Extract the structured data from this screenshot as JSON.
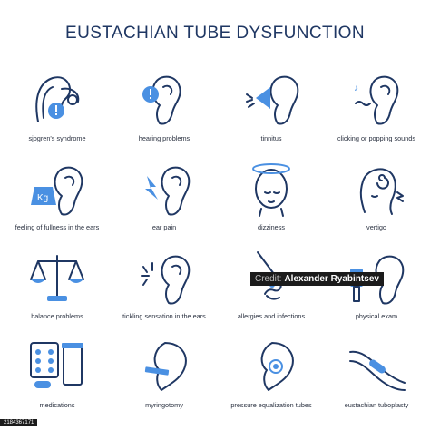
{
  "title": "EUSTACHIAN TUBE DYSFUNCTION",
  "colors": {
    "stroke": "#1f3763",
    "accent": "#4a90e2",
    "text": "#2a3140"
  },
  "items": [
    {
      "label": "sjogren's syndrome",
      "icon": "ear-anatomy-icon"
    },
    {
      "label": "hearing problems",
      "icon": "ear-alert-icon"
    },
    {
      "label": "tinnitus",
      "icon": "ear-sound-icon"
    },
    {
      "label": "clicking or popping sounds",
      "icon": "ear-clicking-icon"
    },
    {
      "label": "feeling of fullness in the ears",
      "icon": "ear-weight-icon"
    },
    {
      "label": "ear pain",
      "icon": "ear-pain-icon"
    },
    {
      "label": "dizziness",
      "icon": "dizzy-head-icon"
    },
    {
      "label": "vertigo",
      "icon": "vertigo-head-icon"
    },
    {
      "label": "balance problems",
      "icon": "scales-icon"
    },
    {
      "label": "tickling sensation in the ears",
      "icon": "ear-tickle-icon"
    },
    {
      "label": "allergies and infections",
      "icon": "nose-icon"
    },
    {
      "label": "physical exam",
      "icon": "otoscope-icon"
    },
    {
      "label": "medications",
      "icon": "pills-icon"
    },
    {
      "label": "myringotomy",
      "icon": "ear-incision-icon"
    },
    {
      "label": "pressure equalization tubes",
      "icon": "ear-tube-icon"
    },
    {
      "label": "eustachian tuboplasty",
      "icon": "balloon-catheter-icon"
    }
  ],
  "watermark": {
    "prefix": "Credit:",
    "text": "Alexander Ryabintsev"
  },
  "stock_id": "2184367171",
  "weight_label": "Kg"
}
